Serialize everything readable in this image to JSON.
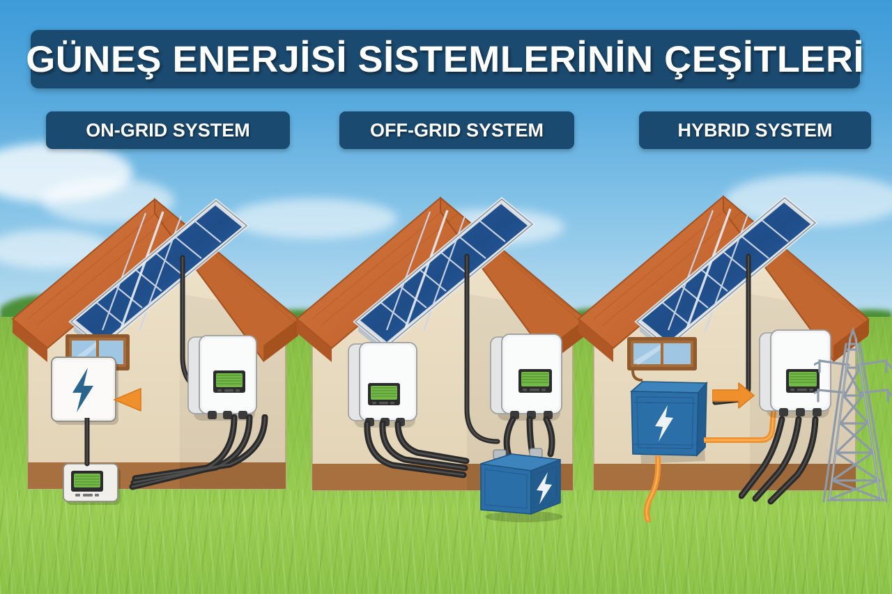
{
  "title": {
    "text": "GÜNEŞ ENERJİSİ SİSTEMLERİNİN ÇEŞİTLERİ"
  },
  "colors": {
    "banner_blue": "#1b4a70",
    "banner_text": "#ffffff",
    "sky_top": "#3e9bd8",
    "sky_bottom": "#cfe7f3",
    "grass": "#8cc247",
    "roof": "#c86a35",
    "wall": "#e9dcc2",
    "foundation": "#a9703f",
    "panel_cell": "#24579a",
    "inverter_body": "#eceded",
    "lcd_green": "#74b84a",
    "battery_blue": "#2b6fa8",
    "arrow_orange": "#f0902d",
    "cable_black": "#2a2a2a",
    "tower_grey": "#9aa6b4"
  },
  "sections": [
    {
      "id": "on-grid",
      "label": "ON-GRID SYSTEM",
      "components": [
        {
          "name": "solar-panel",
          "kind": "panel"
        },
        {
          "name": "inverter",
          "kind": "inverter"
        },
        {
          "name": "electrical-panel",
          "kind": "bolt-box"
        },
        {
          "name": "electric-meter",
          "kind": "meter"
        },
        {
          "name": "flow-arrow",
          "kind": "arrow",
          "direction": "left"
        },
        {
          "name": "window",
          "kind": "window"
        }
      ]
    },
    {
      "id": "off-grid",
      "label": "OFF-GRID SYSTEM",
      "components": [
        {
          "name": "solar-panel",
          "kind": "panel"
        },
        {
          "name": "charge-controller",
          "kind": "inverter"
        },
        {
          "name": "inverter",
          "kind": "inverter"
        },
        {
          "name": "battery",
          "kind": "battery-ground"
        }
      ]
    },
    {
      "id": "hybrid",
      "label": "HYBRID SYSTEM",
      "components": [
        {
          "name": "solar-panel",
          "kind": "panel"
        },
        {
          "name": "battery",
          "kind": "battery-wall"
        },
        {
          "name": "inverter",
          "kind": "inverter"
        },
        {
          "name": "flow-arrow",
          "kind": "arrow",
          "direction": "right"
        },
        {
          "name": "grid-tower",
          "kind": "tower"
        },
        {
          "name": "window",
          "kind": "window"
        }
      ]
    }
  ]
}
